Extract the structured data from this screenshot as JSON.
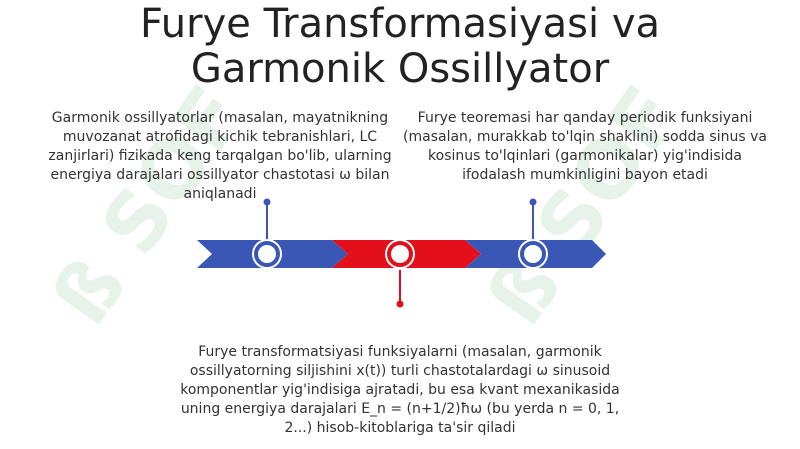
{
  "title_line1": "Furye Transformasiyasi va",
  "title_line2": "Garmonik Ossillyator",
  "blocks": {
    "left": "Garmonik ossillyatorlar (masalan, mayatnikning muvozanat atrofidagi kichik tebranishlari, LC zanjirlari) fizikada keng tarqalgan bo'lib, ularning energiya darajalari ossillyator chastotasi ω bilan aniqlanadi",
    "right": "Furye teoremasi har qanday periodik funksiyani (masalan, murakkab to'lqin shaklini) sodda sinus va kosinus to'lqinlari (garmonikalar) yig'indisida ifodalash mumkinligini bayon etadi",
    "bottom": "Furye transformatsiyasi funksiyalarni (masalan, garmonik ossillyatorning siljishini x(t)) turli chastotalardagi ω sinusoid komponentlar yig'indisiga ajratadi, bu esa kvant mexanikasida uning energiya darajalari E_n = (n+1/2)ħω (bu yerda n = 0, 1, 2...) hisob-kitoblariga ta'sir qiladi"
  },
  "colors": {
    "blue": "#3a57b5",
    "red": "#e3101c",
    "watermark": "#e6f2ea"
  },
  "watermark_text": "ß SOF"
}
